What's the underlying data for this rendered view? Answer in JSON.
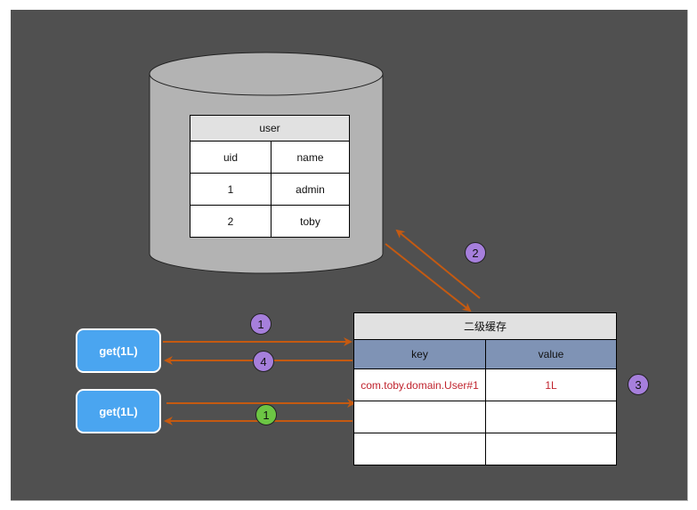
{
  "database": {
    "table_title": "user",
    "columns": [
      "uid",
      "name"
    ],
    "rows": [
      [
        "1",
        "admin"
      ],
      [
        "2",
        "toby"
      ]
    ]
  },
  "cache": {
    "title": "二级缓存",
    "columns": [
      "key",
      "value"
    ],
    "rows": [
      [
        "com.toby.domain.User#1",
        "1L"
      ],
      [
        "",
        ""
      ],
      [
        "",
        ""
      ]
    ]
  },
  "requests": [
    {
      "label": "get(1L)"
    },
    {
      "label": "get(1L)"
    }
  ],
  "badges": [
    {
      "label": "1",
      "color": "#a67fdc"
    },
    {
      "label": "4",
      "color": "#a67fdc"
    },
    {
      "label": "1",
      "color": "#6cc644"
    },
    {
      "label": "2",
      "color": "#a67fdc"
    },
    {
      "label": "3",
      "color": "#a67fdc"
    }
  ],
  "colors": {
    "background": "#505050",
    "arrow": "#c55a11",
    "request_box": "#4aa5f0",
    "cylinder": "#b3b3b3",
    "cache_header": "#7f93b5",
    "cache_value_text": "#c0242e"
  }
}
